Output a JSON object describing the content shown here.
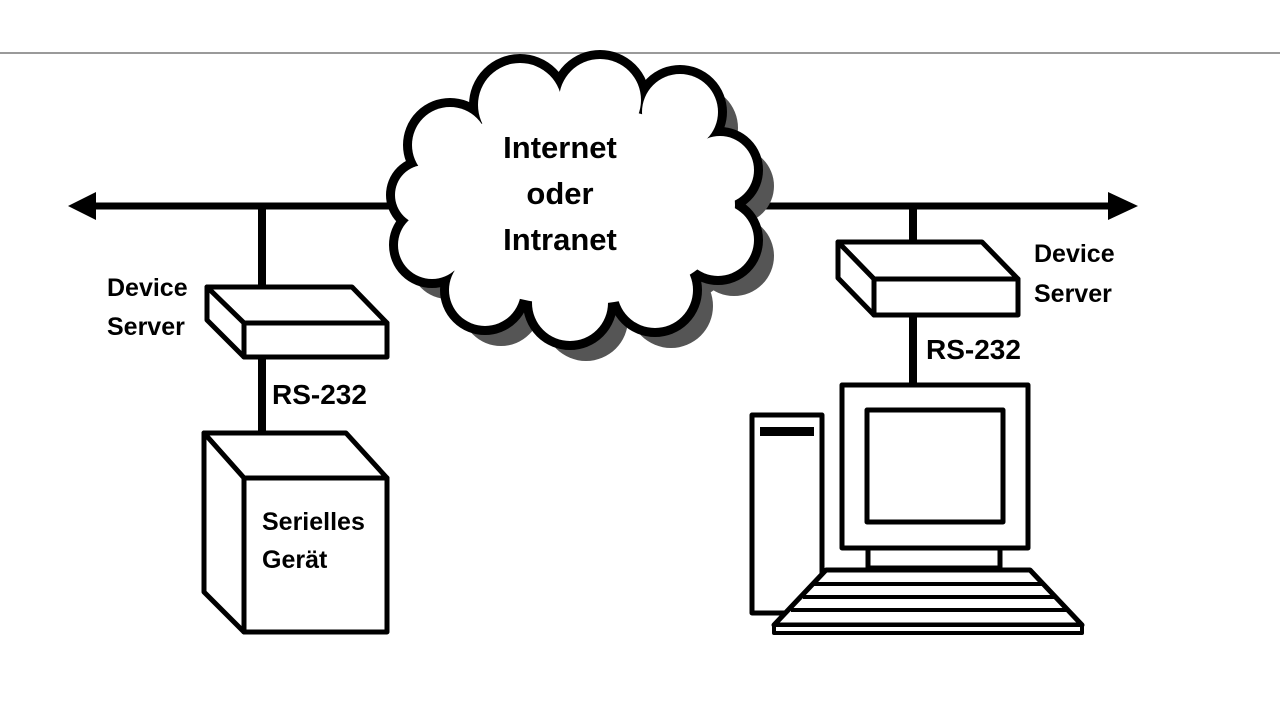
{
  "cloud": {
    "line1": "Internet",
    "line2": "oder",
    "line3": "Intranet"
  },
  "left": {
    "server_line1": "Device",
    "server_line2": "Server",
    "link_label": "RS-232",
    "device_line1": "Serielles",
    "device_line2": "Gerät"
  },
  "right": {
    "server_line1": "Device",
    "server_line2": "Server",
    "link_label": "RS-232"
  },
  "colors": {
    "stroke": "#000000",
    "fill": "#ffffff",
    "shadow": "#555555",
    "top_rule": "#9a9a9a"
  }
}
